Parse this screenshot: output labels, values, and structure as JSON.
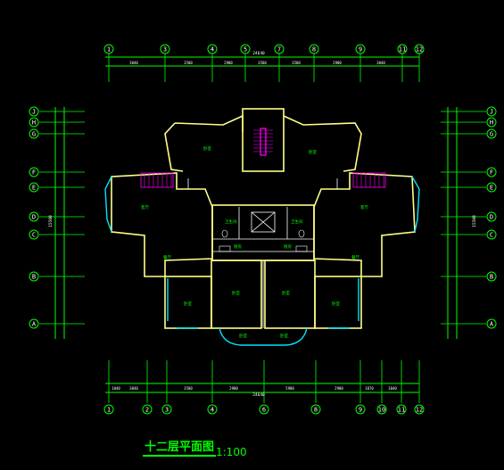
{
  "drawing": {
    "title": "十二层平面图",
    "scale": "1:100"
  },
  "axes": {
    "top": [
      "1",
      "3",
      "4",
      "5",
      "7",
      "8",
      "9",
      "11",
      "12"
    ],
    "bottom": [
      "1",
      "2",
      "3",
      "4",
      "6",
      "8",
      "9",
      "10",
      "11",
      "12"
    ],
    "left": [
      "J",
      "H",
      "G",
      "F",
      "E",
      "D",
      "C",
      "B",
      "A"
    ],
    "right": [
      "J",
      "H",
      "G",
      "F",
      "E",
      "D",
      "C",
      "B",
      "A"
    ]
  },
  "dimensions": {
    "top_overall": "24640",
    "bottom_overall": "24640",
    "top_segments": [
      "3040",
      "3580",
      "2900",
      "3580",
      "3580",
      "2900",
      "3040"
    ],
    "bottom_segments": [
      "1040",
      "3040",
      "3580",
      "2900",
      "5900",
      "2900",
      "1070",
      "1040"
    ],
    "left_overall": "15500",
    "right_overall": "15500"
  },
  "rooms": {
    "bedroom": "卧室",
    "living": "客厅",
    "dining": "餐厅",
    "kitchen": "厨房",
    "toilet": "卫生间",
    "elevator_room": "电梯"
  },
  "colors": {
    "walls": "#ffff88",
    "grid": "#00ff00",
    "glass": "#00e5ff",
    "stairs": "#ff00ff",
    "text": "#00ff00"
  }
}
